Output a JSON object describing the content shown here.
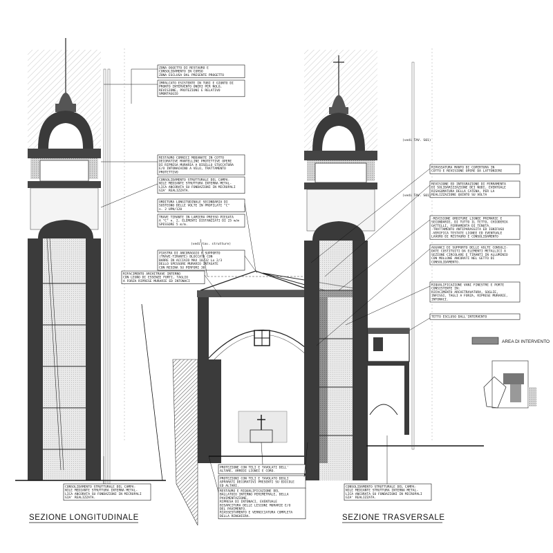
{
  "drawing": {
    "sections": [
      {
        "title": "SEZIONE LONGITUDINALE"
      },
      {
        "title": "SEZIONE TRASVERSALE"
      }
    ],
    "legend": {
      "label": "AREA DI INTERVENTO"
    },
    "notes": [
      [
        "ZONA OGGETTO DI RESTAURO E",
        "CONSOLIDAMENTO IN CORSO",
        "ZONA ESCLUSA DAL PRESENTE PROGETTO"
      ],
      [
        "IMPALCATO ESISTENTE IN TUBI E GIUNTO DI",
        "PRONTO INTERVENTO ONERI PER NOLO,",
        "REVISIONE, PROTEZIONI E RELATIVO",
        "SMONTAGGIO"
      ],
      [
        "RESTAURO CORNICI MODANATE IN COTTO",
        "DECORATIVE MANTELLINE PROTETTIVE OPERE",
        "DI RIPRESA MURARIA A BISELLO STUCCATURA",
        "E/O INTONACHINO A VELO, TRATTAMENTO",
        "PROTETTIVO"
      ],
      [
        "CONSOLIDAMENTO STRUTTURALE DEL CAMPA-",
        "NILE MEDIANTE STRUTTURA INTERNA METAL-",
        "LICA ANCORATA SU FONDAZIONI IN MICROPALI",
        "GIA' REALIZZATA."
      ],
      [
        "ORDITURA LONGITUDINALE SECONDARIA DI",
        "SOSTEGNO DELLE VOLTE IN PROFILATI \"C\"",
        "n. 2 UPN/120"
      ],
      [
        "TRAVE TIRANTE IN LAMIERA PRESSO PIEGATA",
        "A \"C\" n. 2, ELEMENTI DISTANZIATI DI 25 m/m",
        "SPESSORE 5 m/m."
      ],
      [
        "PIASTRA DI ANCORAGGIO E SUPPORTO",
        "(TRAVE-TIRANTE) BLOCCATA CON",
        "BARRE IN ACCIAIO MAX 18/32 Lo 2/3",
        "DELLO SPESSORE MURARIO INTASATE",
        "CON RESINA SU PERFORI 30"
      ],
      [
        "RIFACIMENTO ARCHITRAVE INTERNO",
        "CON LEGNO DI ESSENZE FORTI, TAGLIO",
        "A FORZA RIPRESE MURARIE ED INTONACI"
      ],
      [
        "RIPASSATURA MANTO DI COPERTURA IN",
        "COTTO E REVISIONE OPERE DA LATTONIERE"
      ],
      [
        "REVISIONE ED INTEGRAZIONE DI FERRAMENTA",
        "DI SOLIDARIZZAZIONE DEI NODI, EVENTUALE",
        "RISAGOMATURA DELLA CATENA, PER LA",
        "REALIZZAZIONE QUINTO SU VOLTA"
      ],
      [
        "-REVISIONE ORDITURE LIGNEE PRIMARIE E",
        "SECONDARIE, DI TUTTO IL TETTO, CHIODERIA",
        "GATTELLI, FERRAMENTA DI TENUTA.",
        "-TRATTAMENTO ANTIPARASSITA ED IGNIFUGO",
        "-VERIFICA TESTATE LIGNEE ED EVENTUALE",
        "LAVORO DI RESTAURO E CONSOLIDAMENTO"
      ],
      [
        "AGGANCI DI SUPPORTO DELLE VOLTE CONSOLI-",
        "DATE COSTITUITI DA ELEMENTI METALLICI A",
        "SEZIONE CIRCOLARE E TIRANTI IN ALLUMINIO",
        "CON MOLLONE ANCORATI NEL GETTO DI",
        "CONSOLIDAMENTO."
      ],
      [
        "RIQUALIFICAZIONE VANI FINESTRE E PORTE",
        "CONSISTENTE IN:",
        "RIFACIMENTO ARCHITRAVATURA, SOGLIE,",
        "INFISSI, TAGLI A FORZA, RIPRESE MURARIE,",
        "INTONACI."
      ],
      [
        "TETTO ESCLUSO DALL'INTERVENTO"
      ],
      [
        "PROTEZIONE CON TELI E TAVOLATI DELL'",
        "ALTARE, ARREDI LIGNEI E CORO."
      ],
      [
        "PROTEZIONI CON TELI E TAVOLATO DEGLI",
        "APPARATI DECORATIVI PRESENTI SU EDICOLE",
        "ED ALTARI."
      ],
      [
        "RESTAURO E RIQUALIFICAZIONE DEL",
        "BALLATOIO INTERNO PERIMETRALE, DELLA",
        "PAVIMENTAZIONE,",
        "RIPRESA DI INTONACI, EVENTUALE",
        "BISARCITURA DELLE LESIONI MURARIE E/O",
        "DEL PAVIMENTO.",
        "RIASSESTAMENTO E VERNICIATURA COMPLETA",
        "DELLA RINGHIERA."
      ],
      [
        "CONSOLIDAMENTO STRUTTURALE DEL CAMPA-",
        "NILE MEDIANTE STRUTTURA INTERNA METAL-",
        "LICA ANCORATA SU FONDAZIONI IN MICROPALI",
        "GIA' REALIZZATA."
      ],
      [
        "CONSOLIDAMENTO STRUTTURALE DEL CAMPA-",
        "NILE MEDIANTE STRUTTURA INTERNA METAL-",
        "LICA ANCORATA SU FONDAZIONI IN MICROPALI",
        "GIA' REALIZZATA."
      ]
    ],
    "inline_labels": [
      "(vedi tav. strutture)",
      "(vedi TAV. S01)",
      "(vedi TAV. S01)"
    ]
  }
}
